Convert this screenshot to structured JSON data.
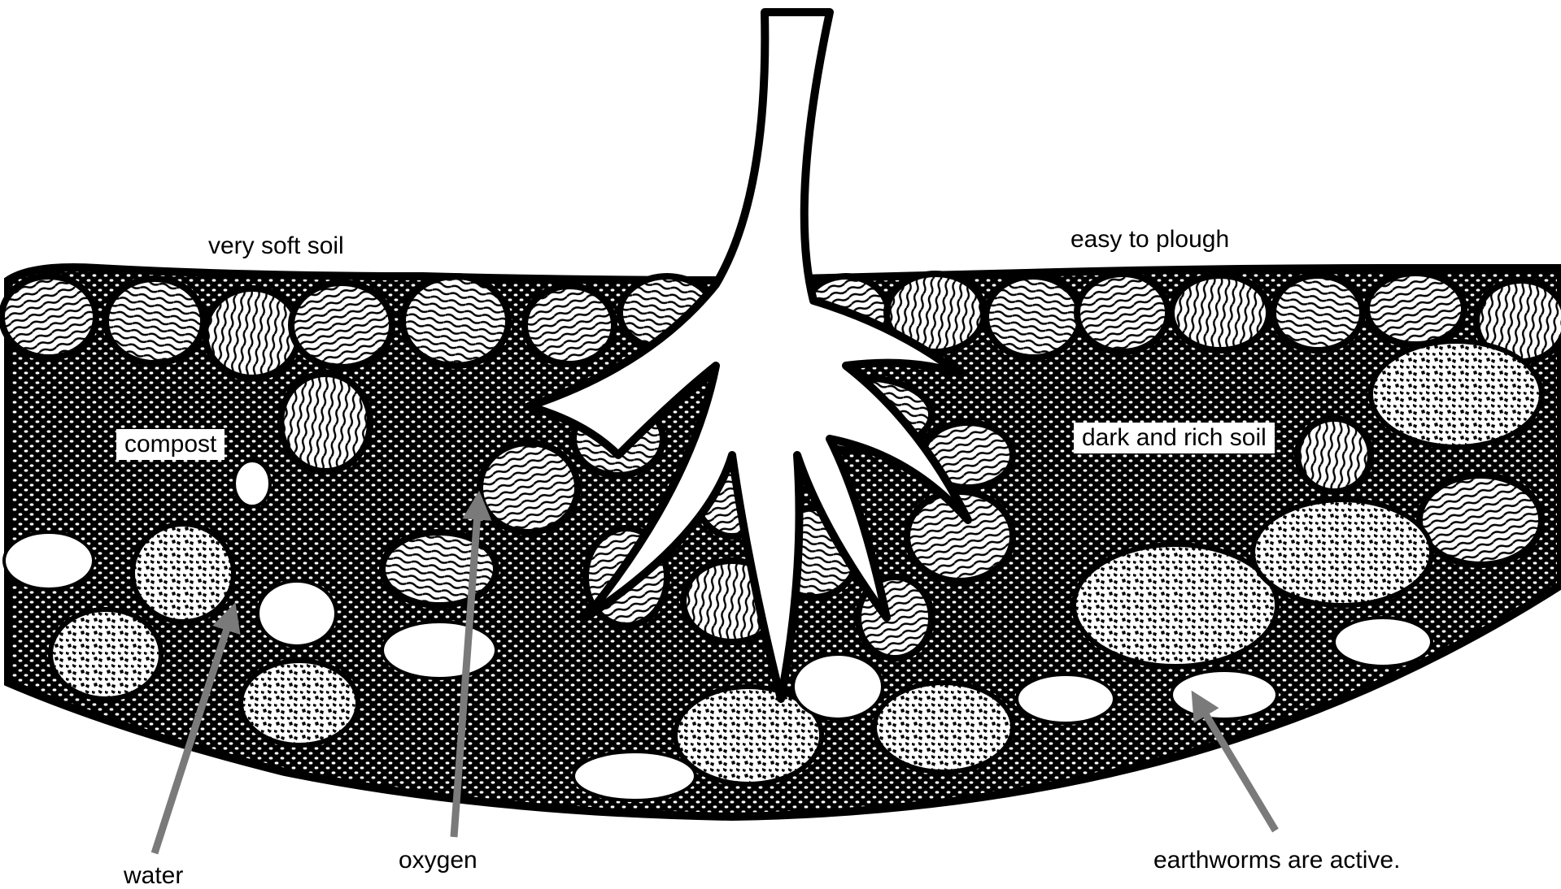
{
  "labels": {
    "very_soft_soil": "very soft soil",
    "easy_to_plough": "easy to plough",
    "compost": "compost",
    "dark_and_rich_soil": "dark and rich soil",
    "water": "water",
    "oxygen": "oxygen",
    "earthworms": "earthworms are active."
  },
  "colors": {
    "ink": "#000000",
    "paper": "#ffffff",
    "arrow": "#7a7a7a"
  }
}
